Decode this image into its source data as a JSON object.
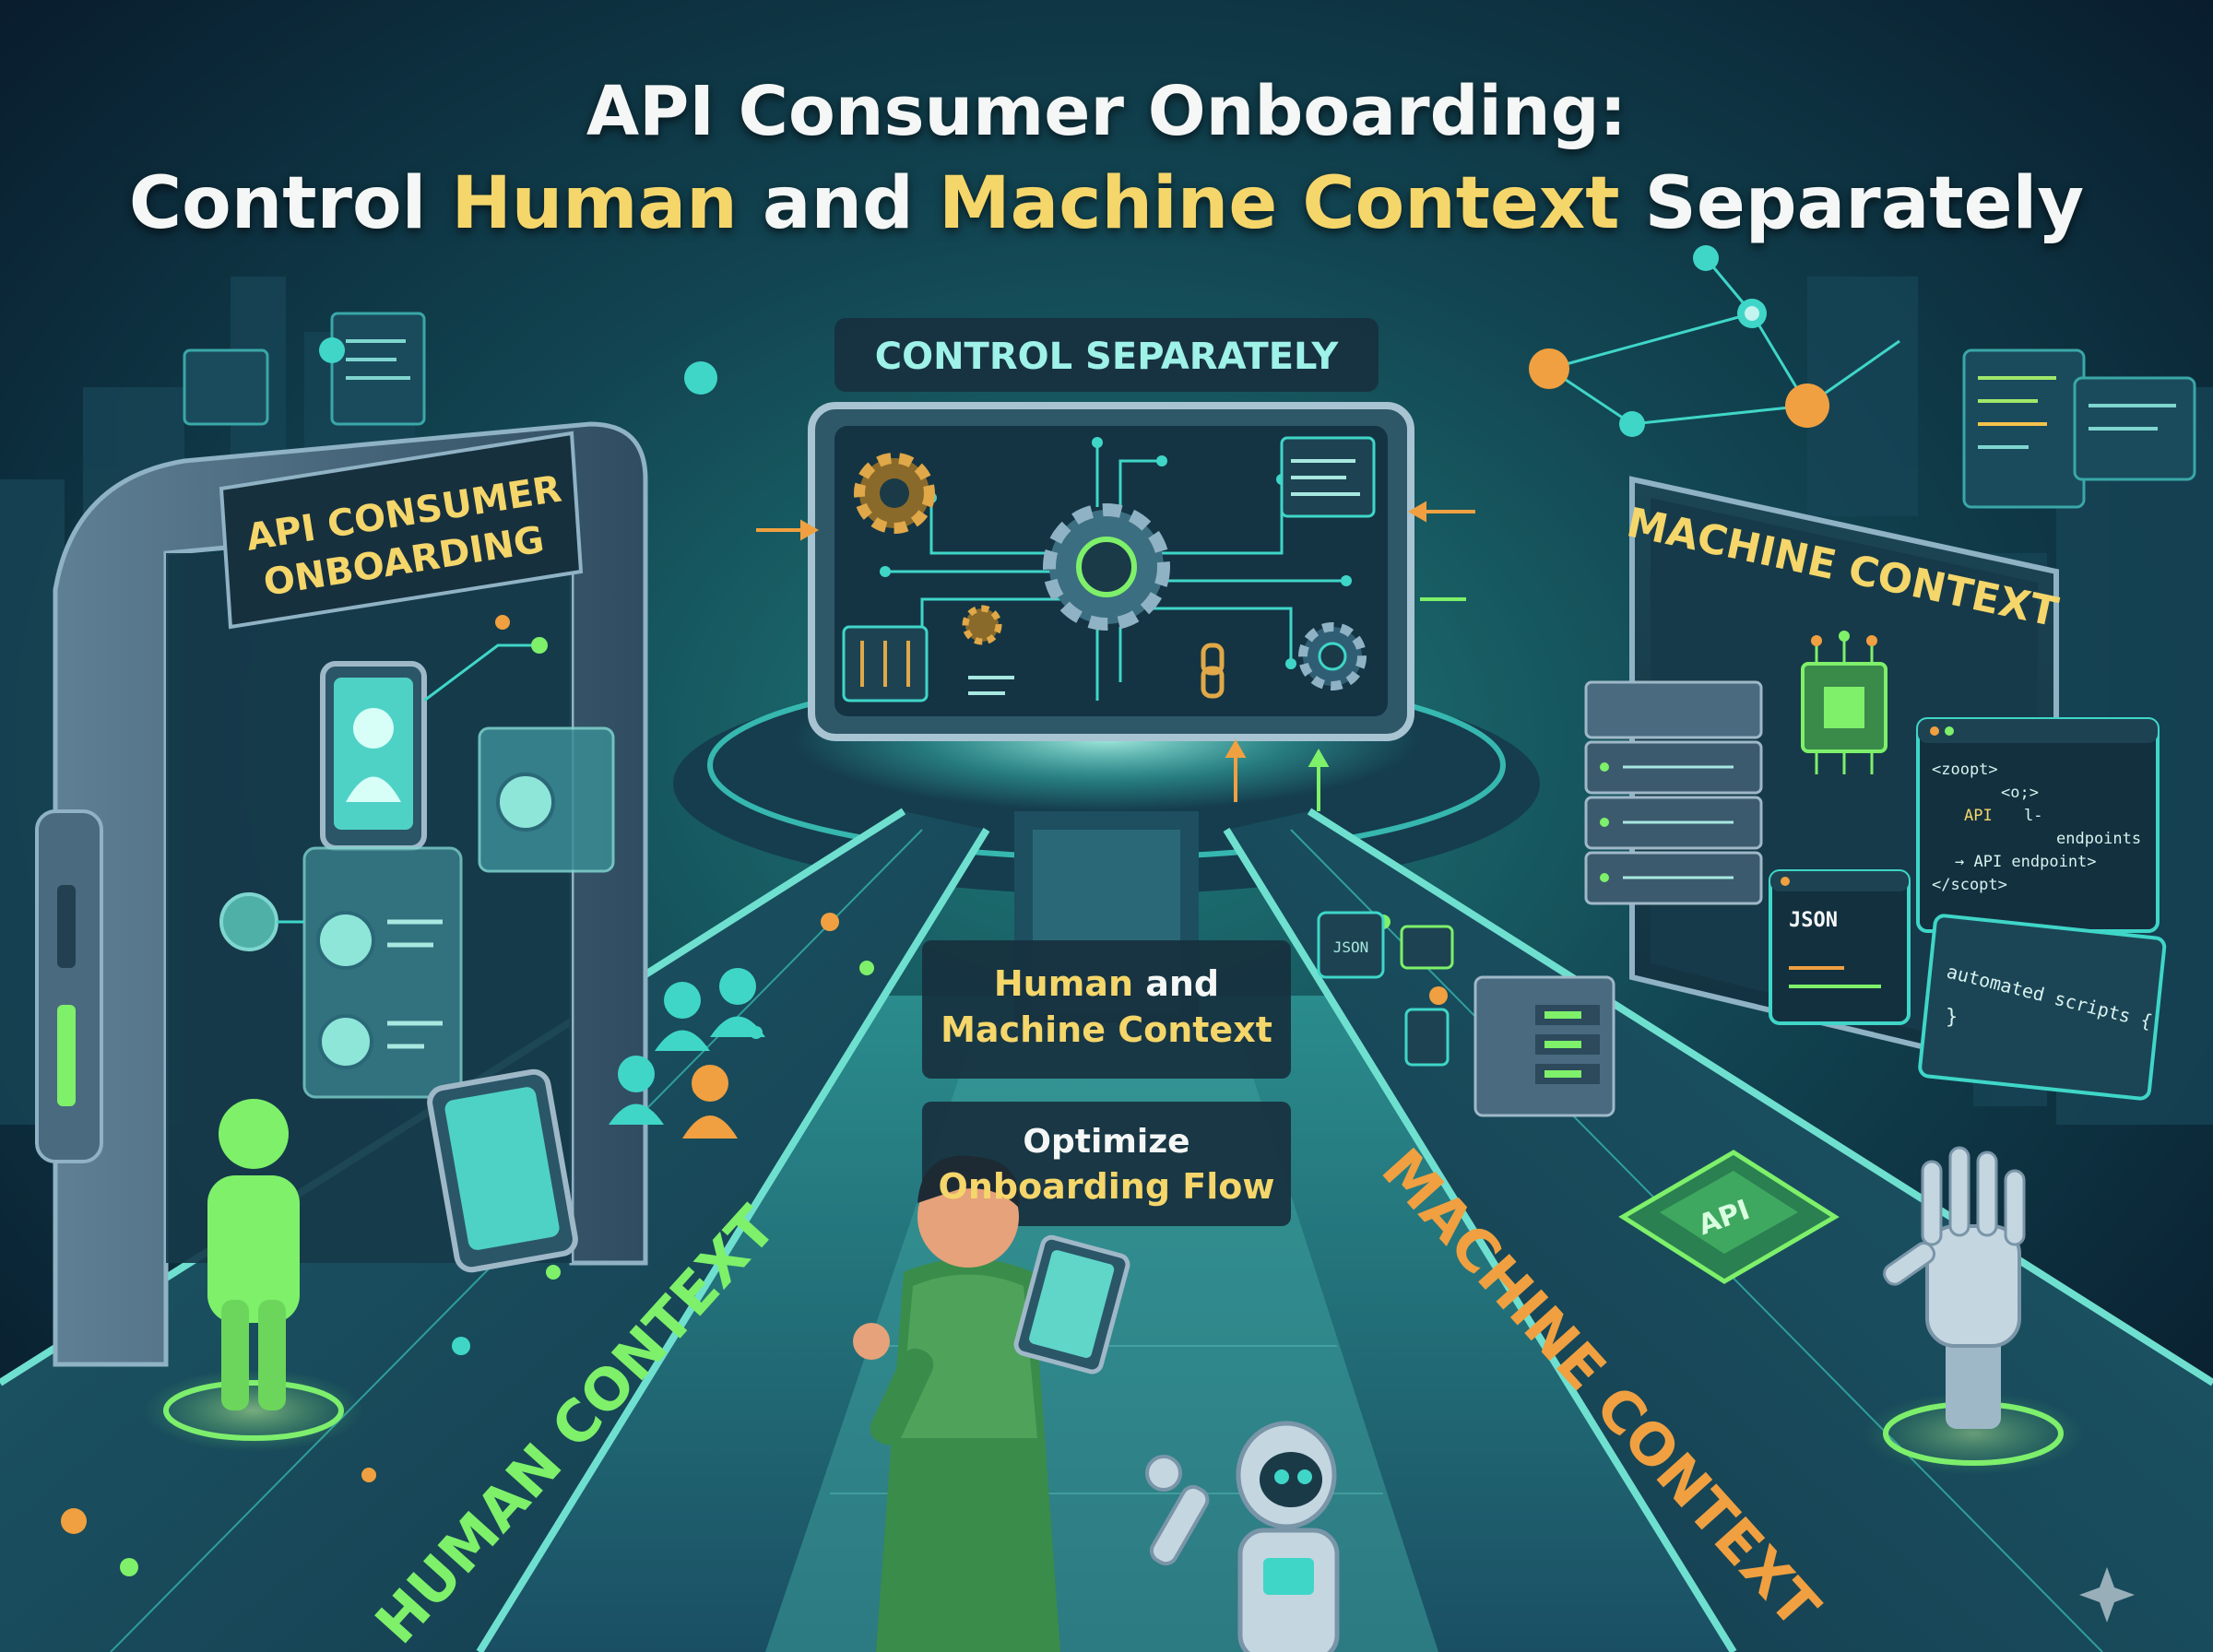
{
  "title": {
    "line1": "API Consumer Onboarding:",
    "line2_prefix": "Control ",
    "line2_highlight1": "Human",
    "line2_middle": " and ",
    "line2_highlight2": "Machine Context",
    "line2_suffix": " Separately"
  },
  "center": {
    "banner": "CONTROL SEPARATELY",
    "mid_line1_highlight": "Human",
    "mid_line1_rest": " and",
    "mid_line2": "Machine Context",
    "opt_line1": "Optimize",
    "opt_line2": "Onboarding Flow"
  },
  "left": {
    "portal_line1": "API CONSUMER",
    "portal_line2": "ONBOARDING",
    "track_label": "HUMAN CONTEXT"
  },
  "right": {
    "panel_title": "MACHINE CONTEXT",
    "track_label": "MACHINE CONTEXT",
    "chip_label": "API",
    "json_label": "JSON",
    "json_label_small": "JSON",
    "code_lines": [
      "<zoopt>",
      "<o;>",
      "API",
      "l-",
      "endpoints",
      "→ API endpoint>",
      "</scopt>"
    ],
    "script_text": "automated scripts {",
    "script_brace": "}"
  },
  "colors": {
    "bg_dark": "#0b2230",
    "teal": "#3fd6c8",
    "green": "#7ef06a",
    "gold": "#f5d66a",
    "orange": "#f0a040",
    "white": "#f4f7f6"
  }
}
